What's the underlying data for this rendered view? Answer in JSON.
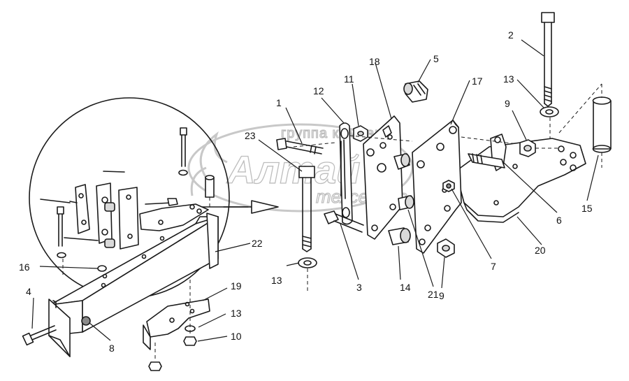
{
  "watermark": {
    "line1": "группа компаний",
    "line2": "Алтай",
    "line3": "техсервис"
  },
  "callouts": [
    {
      "id": "c1",
      "text": "1"
    },
    {
      "id": "c2",
      "text": "2"
    },
    {
      "id": "c3",
      "text": "3"
    },
    {
      "id": "c4",
      "text": "4"
    },
    {
      "id": "c5",
      "text": "5"
    },
    {
      "id": "c6",
      "text": "6"
    },
    {
      "id": "c7",
      "text": "7"
    },
    {
      "id": "c8",
      "text": "8"
    },
    {
      "id": "c9a",
      "text": "9"
    },
    {
      "id": "c9b",
      "text": "9"
    },
    {
      "id": "c10",
      "text": "10"
    },
    {
      "id": "c11",
      "text": "11"
    },
    {
      "id": "c12",
      "text": "12"
    },
    {
      "id": "c13a",
      "text": "13"
    },
    {
      "id": "c13b",
      "text": "13"
    },
    {
      "id": "c13c",
      "text": "13"
    },
    {
      "id": "c14",
      "text": "14"
    },
    {
      "id": "c15",
      "text": "15"
    },
    {
      "id": "c16",
      "text": "16"
    },
    {
      "id": "c17",
      "text": "17"
    },
    {
      "id": "c18",
      "text": "18"
    },
    {
      "id": "c19",
      "text": "19"
    },
    {
      "id": "c20",
      "text": "20"
    },
    {
      "id": "c21",
      "text": "21"
    },
    {
      "id": "c22",
      "text": "22"
    },
    {
      "id": "c23",
      "text": "23"
    }
  ]
}
